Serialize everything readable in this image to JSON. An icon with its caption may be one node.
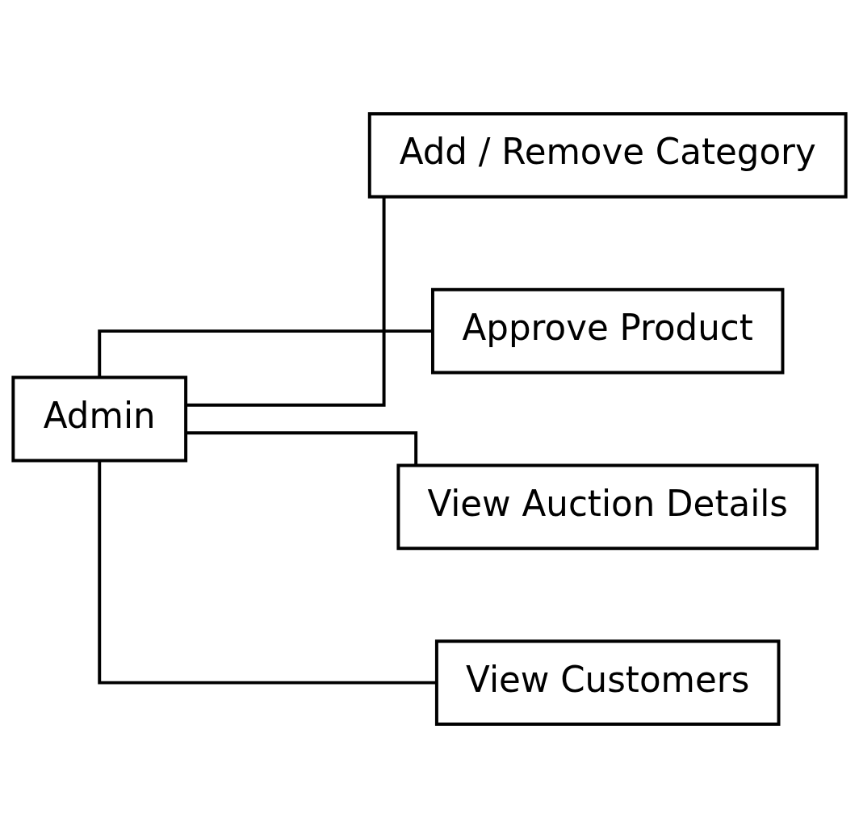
{
  "diagram": {
    "nodes": [
      {
        "text": [
          "Admin"
        ]
      },
      {
        "text": [
          "Add / Remove Category"
        ]
      },
      {
        "text": [
          "Approve Product"
        ]
      },
      {
        "text": [
          "View Auction Details"
        ]
      },
      {
        "text": [
          "View Customers"
        ]
      }
    ],
    "edges": [
      {
        "from": 0,
        "to": 1,
        "arrow": "none"
      },
      {
        "from": 0,
        "to": 2,
        "arrow": "none"
      },
      {
        "from": 0,
        "to": 3,
        "arrow": "none"
      },
      {
        "from": 0,
        "to": 4,
        "arrow": "none"
      }
    ]
  }
}
